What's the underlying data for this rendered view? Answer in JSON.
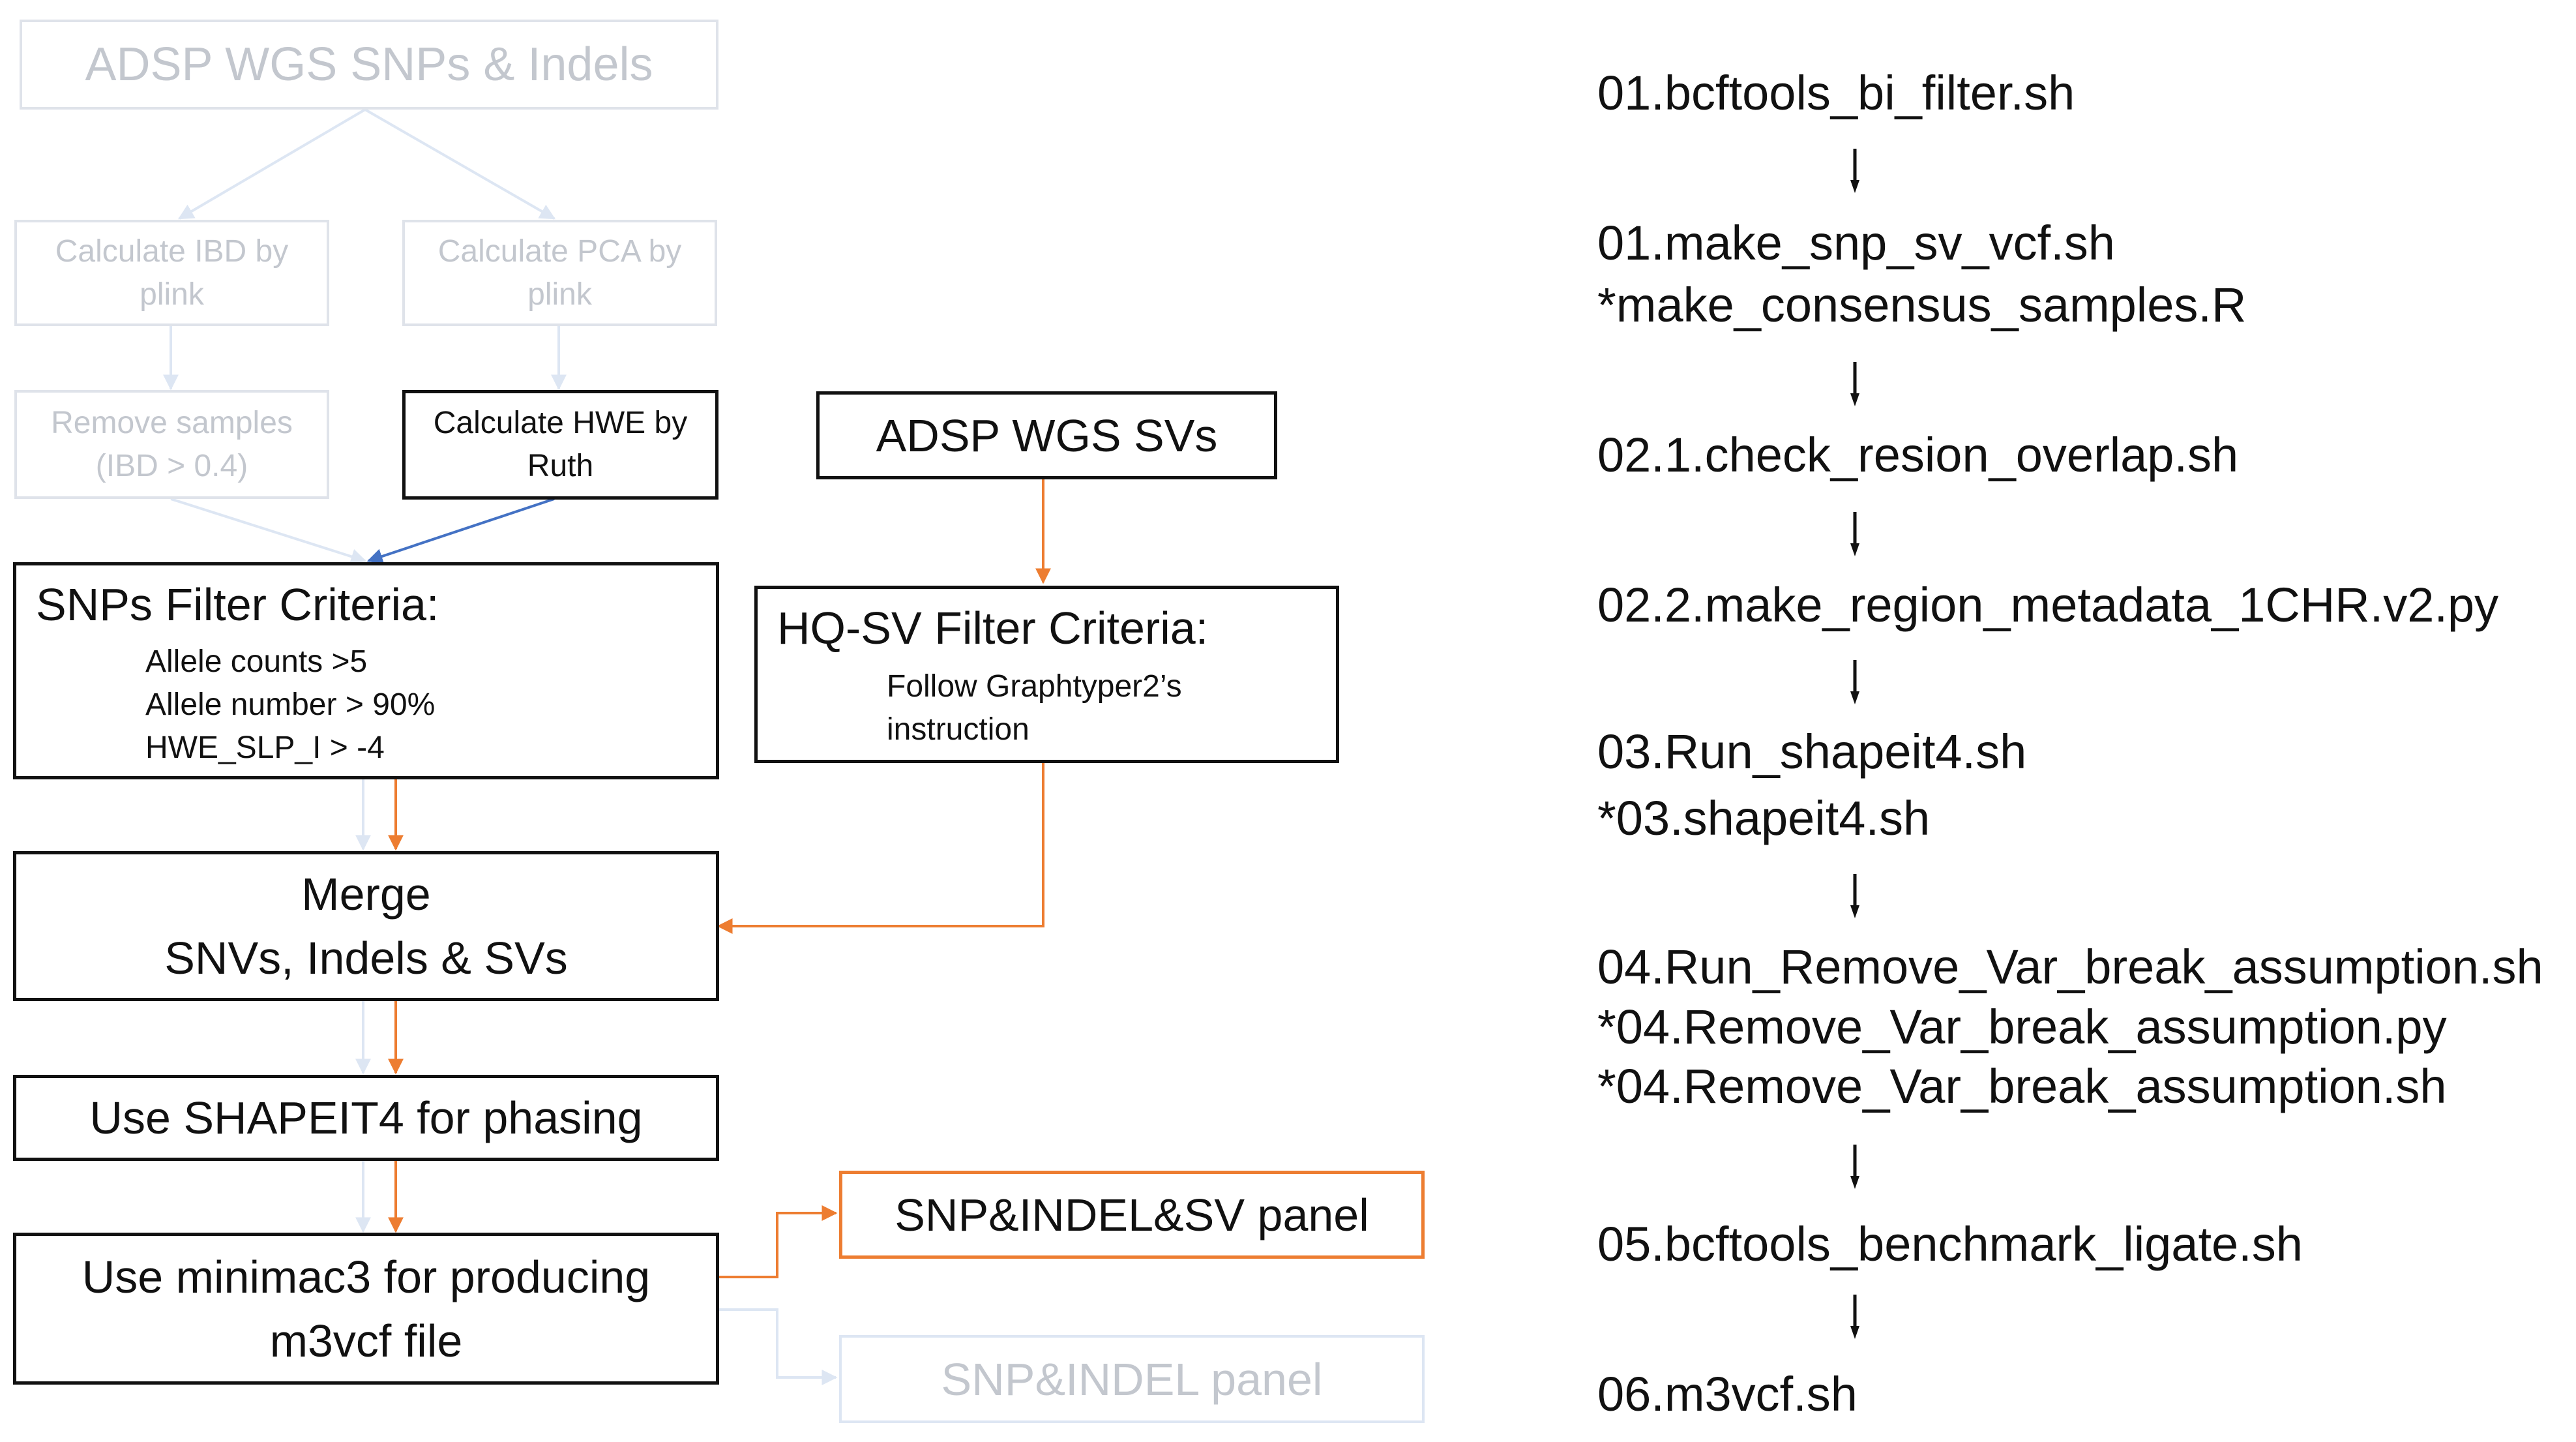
{
  "diagram": {
    "snps_indels_source": "ADSP WGS SNPs & Indels",
    "calc_ibd": [
      "Calculate IBD by",
      "plink"
    ],
    "calc_pca": [
      "Calculate PCA by",
      "plink"
    ],
    "remove_samples": [
      "Remove samples",
      "(IBD > 0.4)"
    ],
    "calc_hwe": [
      "Calculate HWE by",
      "Ruth"
    ],
    "svs_source": "ADSP WGS SVs",
    "snps_filter": {
      "title": "SNPs Filter Criteria:",
      "items": [
        "Allele counts >5",
        "Allele number > 90%",
        "HWE_SLP_I > -4"
      ]
    },
    "hqsv_filter": {
      "title": "HQ-SV Filter Criteria:",
      "items": [
        "Follow Graphtyper2’s",
        "instruction"
      ]
    },
    "merge": [
      "Merge",
      "SNVs, Indels & SVs"
    ],
    "shapeit": "Use SHAPEIT4 for phasing",
    "minimac": [
      "Use minimac3 for producing",
      "m3vcf file"
    ],
    "panel_sv": "SNP&INDEL&SV panel",
    "panel_snp": "SNP&INDEL panel"
  },
  "scripts": [
    [
      "01.bcftools_bi_filter.sh"
    ],
    [
      "01.make_snp_sv_vcf.sh",
      "*make_consensus_samples.R"
    ],
    [
      "02.1.check_resion_overlap.sh"
    ],
    [
      "02.2.make_region_metadata_1CHR.v2.py"
    ],
    [
      "03.Run_shapeit4.sh",
      "*03.shapeit4.sh"
    ],
    [
      "04.Run_Remove_Var_break_assumption.sh",
      "*04.Remove_Var_break_assumption.py",
      "*04.Remove_Var_break_assumption.sh"
    ],
    [
      "05.bcftools_benchmark_ligate.sh"
    ],
    [
      "06.m3vcf.sh"
    ]
  ],
  "colors": {
    "orange": "#ed7d31",
    "blue": "#4472c4",
    "faint_blue": "#dde6f3",
    "faint_border": "#dfe3ea",
    "faint_text": "#c3c7ce",
    "black": "#111111"
  }
}
